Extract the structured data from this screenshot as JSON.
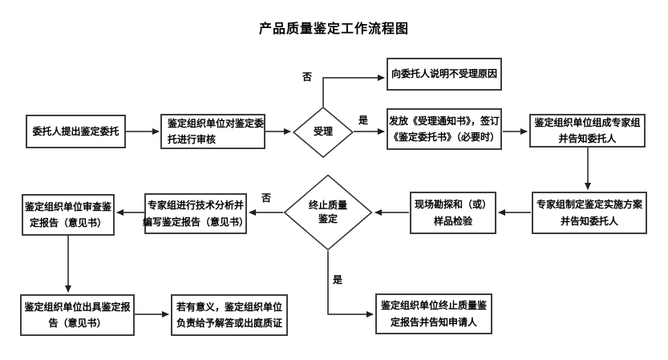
{
  "title": "产品质量鉴定工作流程图",
  "nodes": {
    "entrust": {
      "lines": [
        "委托人提出鉴定委托"
      ]
    },
    "review": {
      "lines": [
        "鉴定组织单位对鉴定委",
        "托进行审核"
      ]
    },
    "accept_decision": {
      "lines": [
        "受理"
      ]
    },
    "explain_rejection": {
      "lines": [
        "向委托人说明不受理原因"
      ]
    },
    "issue_notice": {
      "lines": [
        "发放《受理通知书》，签订",
        "《鉴定委托书》（必要时）"
      ]
    },
    "form_expert_group": {
      "lines": [
        "鉴定组织单位组成专家组",
        "并告知委托人"
      ]
    },
    "make_plan": {
      "lines": [
        "专家组制定鉴定实施方案",
        "并告知委托人"
      ]
    },
    "site_survey": {
      "lines": [
        "现场勘探和（或）",
        "样品检验"
      ]
    },
    "terminate_decision": {
      "lines": [
        "终止质量",
        "鉴定"
      ]
    },
    "technical_analysis": {
      "lines": [
        "专家组进行技术分析并",
        "编写鉴定报告（意见书）"
      ]
    },
    "audit_report": {
      "lines": [
        "鉴定组织单位审查鉴",
        "定报告（意见书）"
      ]
    },
    "issue_report": {
      "lines": [
        "鉴定组织单位出具鉴定报",
        "告（意见书）"
      ]
    },
    "court_testimony": {
      "lines": [
        "若有意义，鉴定组织单位",
        "负责给予解答或出庭质证"
      ]
    },
    "terminate_report": {
      "lines": [
        "鉴定组织单位终止质量鉴",
        "定报告并告知申请人"
      ]
    }
  },
  "branch_labels": {
    "accept_no": "否",
    "accept_yes": "是",
    "terminate_no": "否",
    "terminate_yes": "是"
  },
  "colors": {
    "background": "#ffffff",
    "box_border": "#3d3d3d",
    "line": "#1f1f1f",
    "text": "#000000"
  }
}
